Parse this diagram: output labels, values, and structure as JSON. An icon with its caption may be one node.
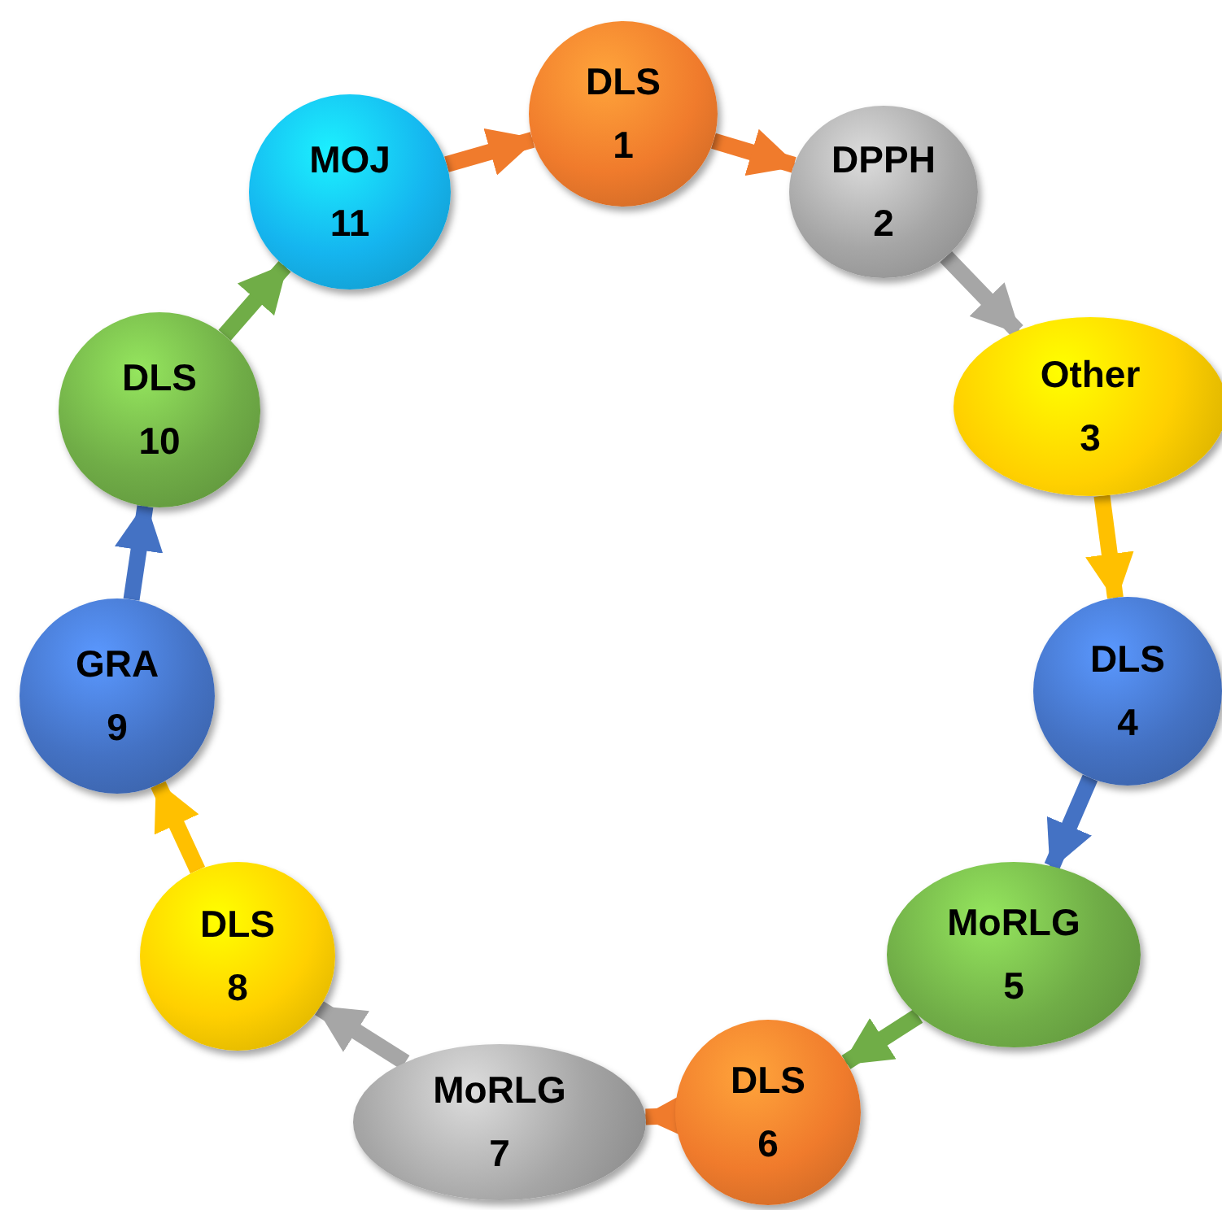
{
  "diagram": {
    "nodes": [
      {
        "text": [
          "DLS",
          "1"
        ]
      },
      {
        "text": [
          "DPPH",
          "2"
        ]
      },
      {
        "text": [
          "Other",
          "3"
        ]
      },
      {
        "text": [
          "DLS",
          "4"
        ]
      },
      {
        "text": [
          "MoRLG",
          "5"
        ]
      },
      {
        "text": [
          "DLS",
          "6"
        ]
      },
      {
        "text": [
          "MoRLG",
          "7"
        ]
      },
      {
        "text": [
          "DLS",
          "8"
        ]
      },
      {
        "text": [
          "GRA",
          "9"
        ]
      },
      {
        "text": [
          "DLS",
          "10"
        ]
      },
      {
        "text": [
          "MOJ",
          "11"
        ]
      }
    ],
    "edges": [
      {
        "from": 0,
        "to": 1,
        "arrow": "to",
        "color": "#f07b2c"
      },
      {
        "from": 1,
        "to": 2,
        "arrow": "to",
        "color": "#a6a6a6"
      },
      {
        "from": 2,
        "to": 3,
        "arrow": "to",
        "color": "#ffc000"
      },
      {
        "from": 3,
        "to": 4,
        "arrow": "to",
        "color": "#4472c4"
      },
      {
        "from": 4,
        "to": 5,
        "arrow": "to",
        "color": "#70ad47"
      },
      {
        "from": 5,
        "to": 6,
        "arrow": "to",
        "color": "#f07b2c"
      },
      {
        "from": 6,
        "to": 7,
        "arrow": "to",
        "color": "#a6a6a6"
      },
      {
        "from": 7,
        "to": 8,
        "arrow": "to",
        "color": "#ffc000"
      },
      {
        "from": 8,
        "to": 9,
        "arrow": "to",
        "color": "#4472c4"
      },
      {
        "from": 9,
        "to": 10,
        "arrow": "to",
        "color": "#70ad47"
      },
      {
        "from": 10,
        "to": 0,
        "arrow": "to",
        "color": "#f07b2c"
      }
    ]
  }
}
